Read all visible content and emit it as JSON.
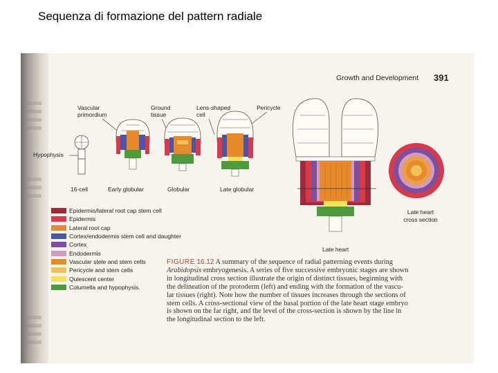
{
  "slide": {
    "title": "Sequenza di formazione del pattern radiale"
  },
  "book_page": {
    "running_head": "Growth and Development",
    "page_number": "391"
  },
  "figure": {
    "stage_labels": [
      "16-cell",
      "Early globular",
      "Globular",
      "Late globular",
      "Late heart",
      "Late heart cross section"
    ],
    "callouts": {
      "vascular": [
        "Vascular",
        "primordium"
      ],
      "ground": [
        "Ground",
        "tissue"
      ],
      "lens": [
        "Lens-shaped",
        "cell"
      ],
      "pericycle": "Pericycle",
      "hypophysis": "Hypophysis"
    },
    "cross_section_label": [
      "Late heart",
      "cross section"
    ],
    "colors": {
      "epidermis_root_cap_stem": "#9c2b3c",
      "epidermis": "#d93a4b",
      "lateral_root_cap": "#e08a3a",
      "cortex_endodermis_stem": "#4b57a6",
      "cortex": "#7e4f9c",
      "endodermis": "#d69ac2",
      "vascular_stele": "#e88a2c",
      "pericycle": "#f0c35a",
      "quiescent_center": "#f4e15a",
      "columella": "#4e9a3d"
    }
  },
  "legend": [
    {
      "label": "Epidermis/lateral root cap stem cell",
      "color": "#9c2b3c"
    },
    {
      "label": "Epidermis",
      "color": "#d93a4b"
    },
    {
      "label": "Lateral root cap",
      "color": "#e08a3a"
    },
    {
      "label": "Cortex/endodermis stem cell and daughter",
      "color": "#4b57a6"
    },
    {
      "label": "Cortex",
      "color": "#7e4f9c"
    },
    {
      "label": "Endodermis",
      "color": "#d69ac2"
    },
    {
      "label": "Vascular stele and stem cells",
      "color": "#e88a2c"
    },
    {
      "label": "Pericycle and stem cells",
      "color": "#f0c35a"
    },
    {
      "label": "Quiescent center",
      "color": "#f4e15a"
    },
    {
      "label": "Columella and hypophysis.",
      "color": "#4e9a3d"
    }
  ],
  "caption": {
    "label": "FIGURE",
    "number": "16.12",
    "lead": "A summary of the sequence of radial patterning events during",
    "species": "Arabidopsis",
    "lines": [
      "embryogenesis. A series of five successive embryonic stages are shown",
      "in longitudinal cross section illustrate the origin of distinct tissues, beginning with",
      "the delineation of the protoderm (left) and ending with the formation of the vascu-",
      "lar tissues (right). Note how the number of tissues increases through the sections of",
      "stem cells. A cross-sectional view of the basal portion of the late heart stage embryo",
      "is shown on the far right, and the level of the cross-section is shown by the line in",
      "the longitudinal section to the left."
    ]
  }
}
